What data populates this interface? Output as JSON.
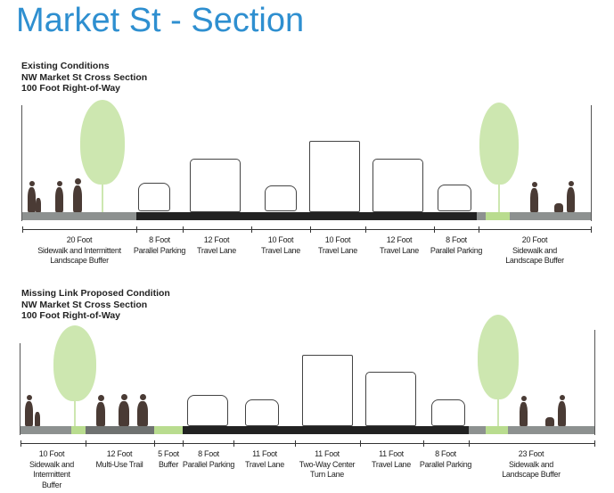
{
  "title": "Market St - Section",
  "existing": {
    "heading": "Existing Conditions\nNW Market St Cross Section\n100 Foot Right-of-Way",
    "segments": [
      "20 Foot\nSidewalk and Intermittent\nLandscape Buffer",
      "8 Foot\nParallel Parking",
      "12 Foot\nTravel Lane",
      "10 Foot\nTravel Lane",
      "10 Foot\nTravel Lane",
      "12 Foot\nTravel Lane",
      "8 Foot\nParallel Parking",
      "20 Foot\nSidewalk and\nLandscape Buffer"
    ]
  },
  "proposed": {
    "heading": "Missing Link Proposed Condition\nNW Market St Cross Section\n100 Foot Right-of-Way",
    "segments": [
      "10 Foot\nSidewalk and\nIntermittent\nBuffer",
      "12 Foot\nMulti-Use Trail",
      "5 Foot\nBuffer",
      "8 Foot\nParallel Parking",
      "11 Foot\nTravel Lane",
      "11 Foot\nTwo-Way Center\nTurn Lane",
      "11 Foot\nTravel Lane",
      "8 Foot\nParallel Parking",
      "23 Foot\nSidewalk and\nLandscape Buffer"
    ]
  },
  "colors": {
    "title": "#2e8fd0",
    "landscape": "#b9dc8f",
    "road": "#222222",
    "sidewalk": "#8d9190"
  }
}
